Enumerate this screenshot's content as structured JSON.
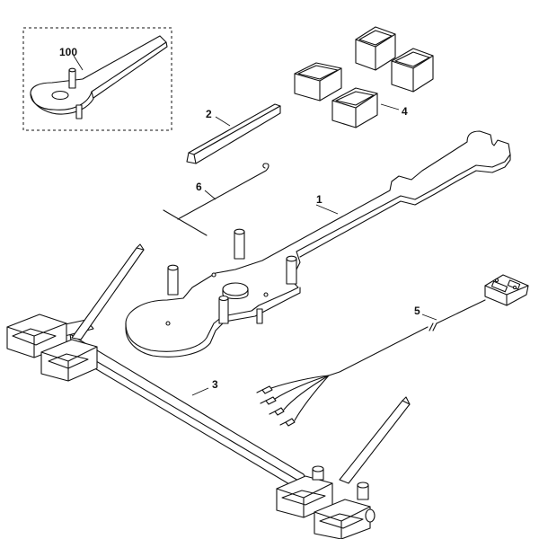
{
  "callouts": {
    "c100": "100",
    "c1": "1",
    "c2": "2",
    "c3": "3",
    "c4": "4",
    "c5": "5",
    "c6": "6"
  }
}
